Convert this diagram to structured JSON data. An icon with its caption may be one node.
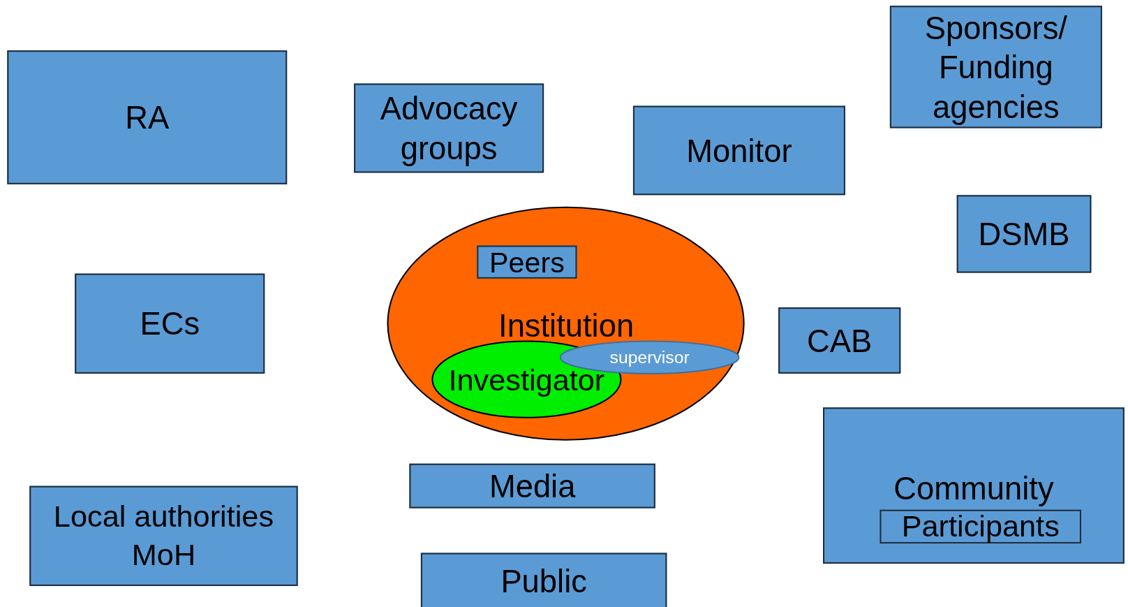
{
  "diagram": {
    "nodes": [
      {
        "text": [
          "RA"
        ]
      },
      {
        "text": [
          "Advocacy groups"
        ]
      },
      {
        "text": [
          "Monitor"
        ]
      },
      {
        "text": [
          "Sponsors/ Funding agencies"
        ]
      },
      {
        "text": [
          "DSMB"
        ]
      },
      {
        "text": [
          "ECs"
        ]
      },
      {
        "text": [
          "Institution"
        ]
      },
      {
        "text": [
          "Peers"
        ],
        "in": 6
      },
      {
        "text": [
          "Investigator"
        ],
        "in": 6
      },
      {
        "text": [
          "supervisor"
        ],
        "in": 6
      },
      {
        "text": [
          "CAB"
        ]
      },
      {
        "text": [
          "Local authorities",
          "MoH"
        ]
      },
      {
        "text": [
          "Media"
        ]
      },
      {
        "text": [
          "Public"
        ]
      },
      {
        "text": [
          "Community"
        ]
      },
      {
        "text": [
          "Participants"
        ],
        "in": 14
      }
    ]
  }
}
